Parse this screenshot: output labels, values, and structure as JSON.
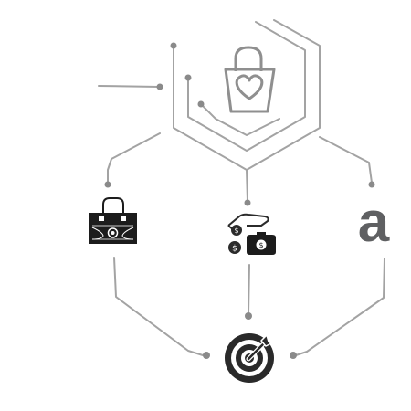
{
  "diagram": {
    "nodes": [
      {
        "name": "shopping-bag-heart",
        "icon": "shopping-bag-heart-icon"
      },
      {
        "name": "briefcase-store",
        "icon": "briefcase-icon"
      },
      {
        "name": "money-payment",
        "icon": "money-hand-icon"
      },
      {
        "name": "amazon",
        "icon": "amazon-logo-icon",
        "glyph": "a"
      },
      {
        "name": "target",
        "icon": "target-arrow-icon"
      }
    ],
    "colors": {
      "line": "#a3a3a3",
      "line_dark": "#8c8c8c",
      "dot": "#8a8a8a",
      "icon_dark": "#1c1c1c",
      "icon_gray": "#5f6062",
      "bag_outline": "#8f8f8f"
    }
  }
}
